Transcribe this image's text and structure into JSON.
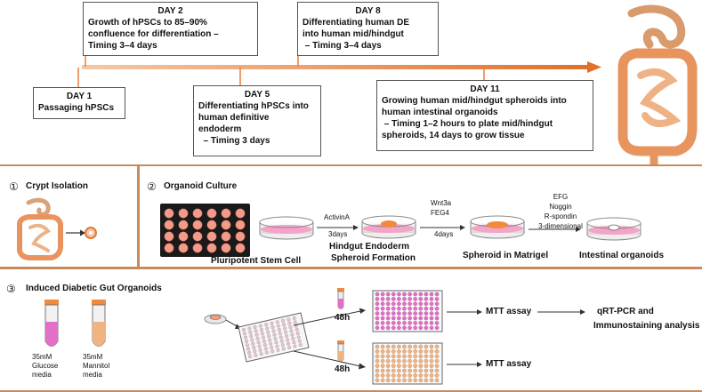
{
  "timeline": {
    "day2": {
      "day": "DAY 2",
      "lines": [
        "Growth of hPSCs to 85–90%",
        "confluence for differentiation –",
        "Timing 3–4 days"
      ]
    },
    "day8": {
      "day": "DAY 8",
      "lines": [
        "Differentiating human DE",
        "into human mid/hindgut",
        " – Timing 3–4 days"
      ]
    },
    "day1": {
      "day": "DAY 1",
      "lines": [
        "Passaging hPSCs"
      ]
    },
    "day5": {
      "day": "DAY 5",
      "lines": [
        "Differentiating hPSCs into",
        "human definitive",
        "endoderm",
        "  – Timing 3 days"
      ]
    },
    "day11": {
      "day": "DAY 11",
      "lines": [
        "Growing human mid/hindgut spheroids into",
        "human intestinal organoids",
        " – Timing 1–2 hours to plate mid/hindgut",
        "spheroids, 14 days to grow tissue"
      ]
    }
  },
  "crypt": {
    "num": "①",
    "title": "Crypt Isolation"
  },
  "organoid": {
    "num": "②",
    "title": "Organoid Culture",
    "step1": {
      "above": "ActivinA",
      "below": "3days"
    },
    "step2": {
      "above": [
        "Wnt3a",
        "FEG4"
      ],
      "below": "4days"
    },
    "step3": {
      "above": [
        "EFG",
        "Noggin",
        "R-spondin",
        "3-dimensional"
      ]
    },
    "labels": [
      "Pluripotent Stem Cell",
      "Hindgut Endoderm",
      "Spheroid Formation",
      "Spheroid in Matrigel",
      "Intestinal organoids"
    ]
  },
  "diabetic": {
    "num": "③",
    "title": "Induced Diabetic Gut Organoids",
    "tube1": [
      "35mM",
      "Glucose",
      "media"
    ],
    "tube2": [
      "35mM",
      "Mannitol",
      "media"
    ],
    "time1": "48h",
    "time2": "48h",
    "assay1": "MTT assay",
    "assay2": "MTT assay",
    "analysis": [
      "qRT-PCR and",
      "Immunostaining analysis"
    ]
  },
  "colors": {
    "timeline": "#e8803a",
    "border": "#c98a5e",
    "pink": "#e46fc8",
    "peach": "#f0b483",
    "organoid": "#f4a07a"
  }
}
